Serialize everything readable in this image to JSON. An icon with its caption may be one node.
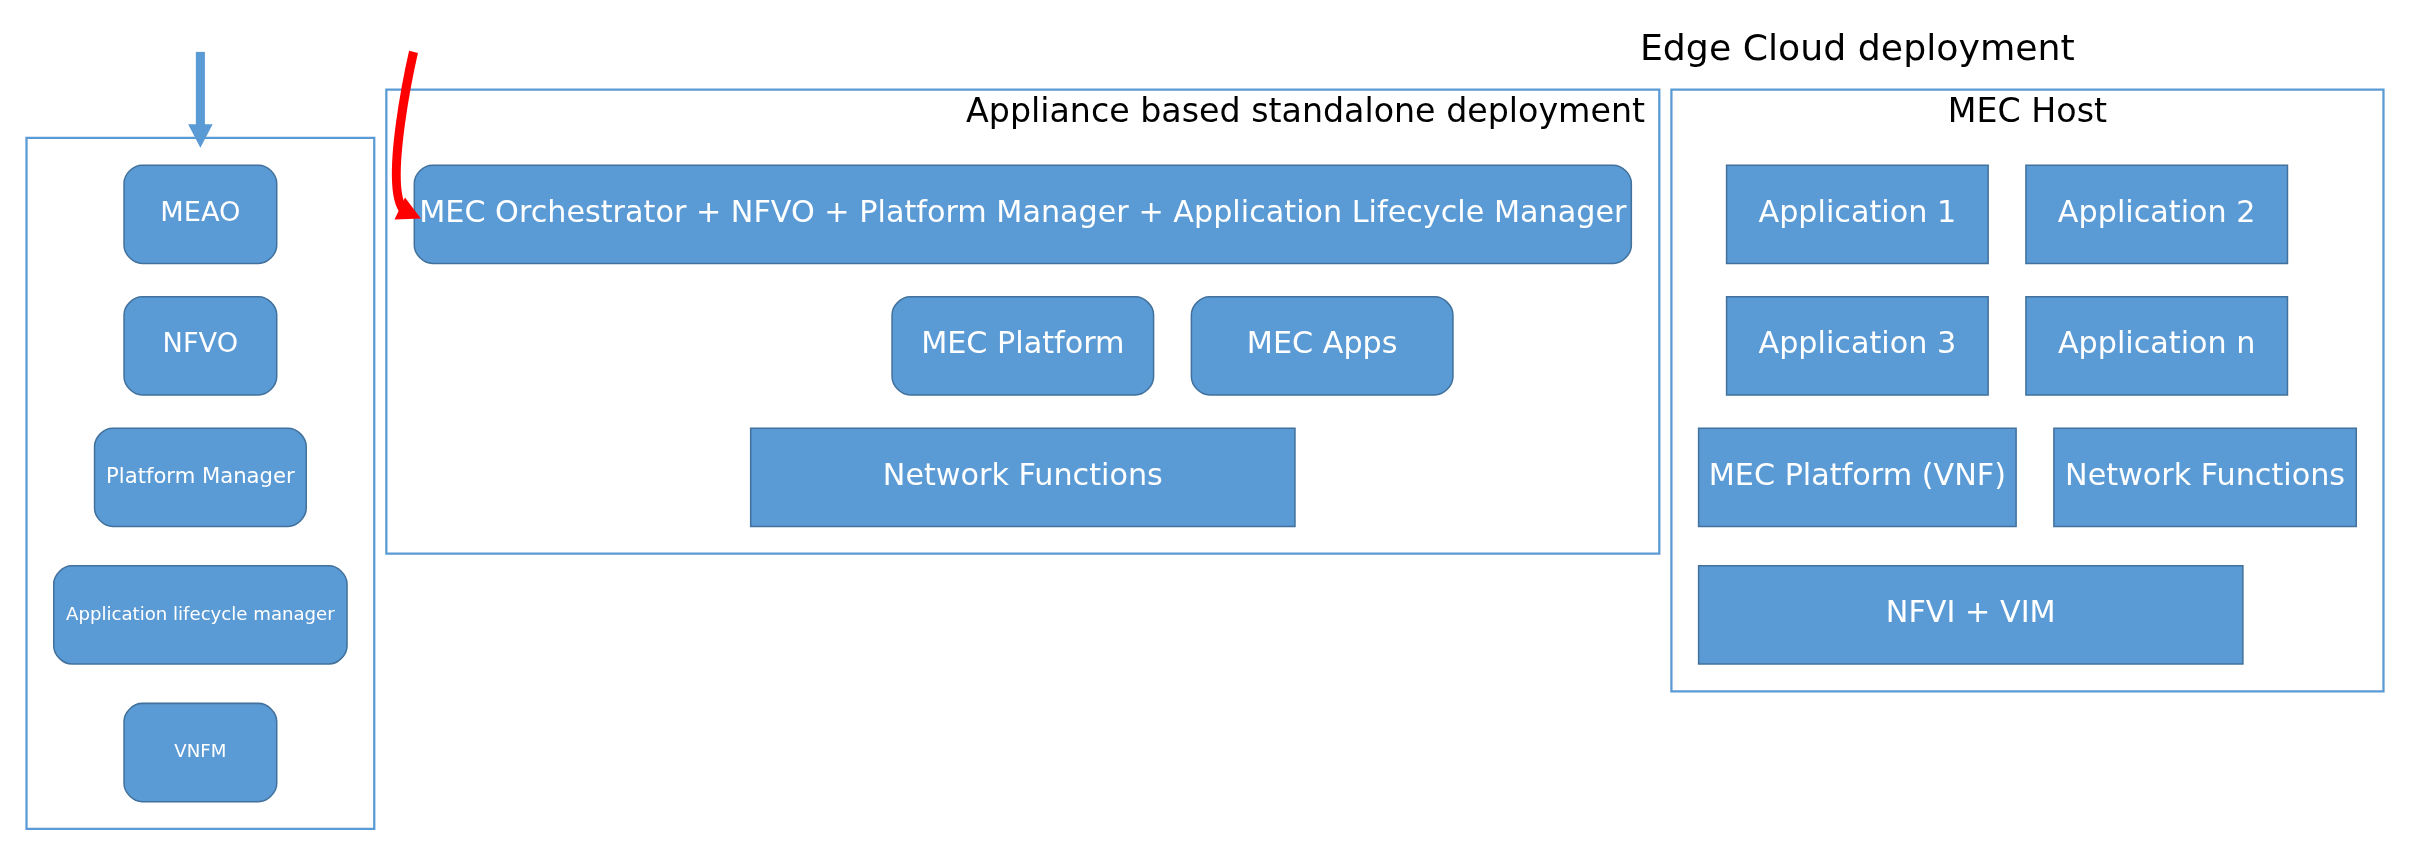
{
  "diagram": {
    "nodes": [
      {
        "text": [
          "Appliance based standalone deployment"
        ]
      },
      {
        "text": [
          "MEC Orchestrator + NFVO + Platform Manager + Application Lifecycle Manager"
        ],
        "in": 0
      },
      {
        "text": [
          "MEC Platform"
        ],
        "in": 0
      },
      {
        "text": [
          "MEC Apps"
        ],
        "in": 0
      },
      {
        "text": [
          "Network Functions"
        ],
        "in": 0
      },
      {
        "text": [
          "MEC Host"
        ]
      },
      {
        "text": [
          "Application 1"
        ],
        "in": 5
      },
      {
        "text": [
          "Application 2"
        ],
        "in": 5
      },
      {
        "text": [
          "Application 3"
        ],
        "in": 5
      },
      {
        "text": [
          "Application n"
        ],
        "in": 5
      },
      {
        "text": [
          "MEC Platform (VNF)"
        ],
        "in": 5
      },
      {
        "text": [
          "Network Functions"
        ],
        "in": 5
      },
      {
        "text": [
          "NFVI + VIM"
        ],
        "in": 5
      },
      {
        "text": [],
        "shape": "box"
      },
      {
        "text": [
          "MEAO"
        ],
        "in": 13
      },
      {
        "text": [
          "NFVO"
        ],
        "in": 13
      },
      {
        "text": [
          "Platform Manager"
        ],
        "in": 13
      },
      {
        "text": [
          "Application lifecycle manager"
        ],
        "in": 13
      },
      {
        "text": [
          "VNFM"
        ],
        "in": 13
      }
    ],
    "edges": [
      {
        "from": null,
        "to": 1,
        "arrow": "to",
        "color": "#ff0000"
      },
      {
        "from": null,
        "to": 13,
        "arrow": "to",
        "color": "#5b9bd5"
      }
    ],
    "labels": [
      "Edge Cloud deployment"
    ]
  }
}
